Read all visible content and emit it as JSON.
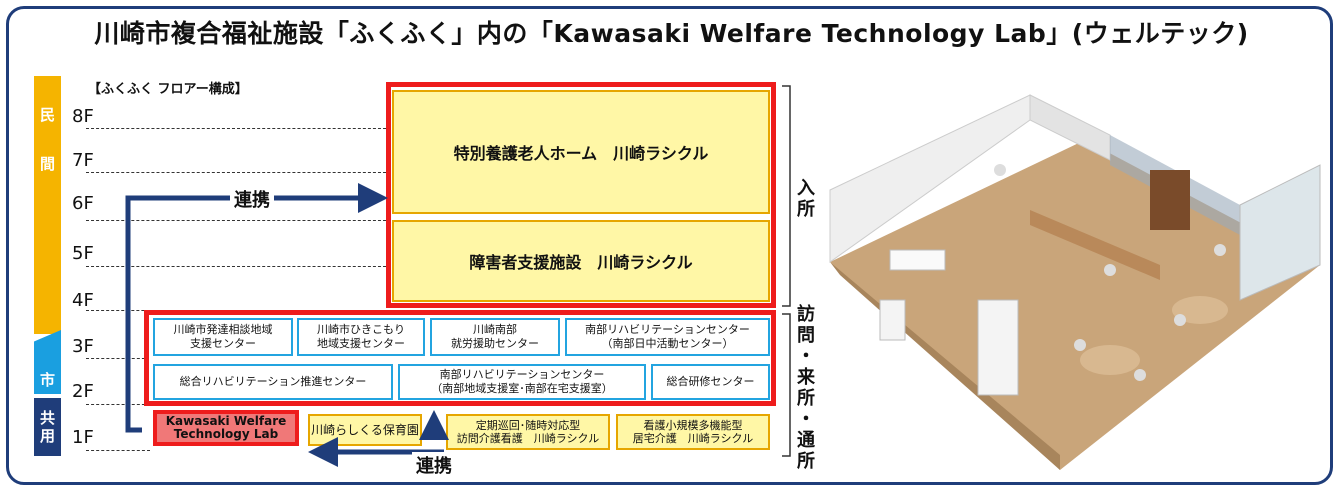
{
  "title": "川崎市複合福祉施設「ふくふく」内の「Kawasaki Welfare Technology Lab」(ウェルテック)",
  "floor_heading": "【ふくふく フロアー構成】",
  "floors": [
    "8F",
    "7F",
    "6F",
    "5F",
    "4F",
    "3F",
    "2F",
    "1F"
  ],
  "sectors": {
    "private": [
      "民",
      "間"
    ],
    "city": "市",
    "shared": [
      "共",
      "用"
    ]
  },
  "upper_facilities": {
    "nursing_home": "特別養護老人ホーム　川崎ラシクル",
    "disability_support": "障害者支援施設　川崎ラシクル"
  },
  "floor3": [
    [
      "川崎市発達相談地域",
      "支援センター"
    ],
    [
      "川崎市ひきこもり",
      "地域支援センター"
    ],
    [
      "川崎南部",
      "就労援助センター"
    ],
    [
      "南部リハビリテーションセンター",
      "（南部日中活動センター）"
    ]
  ],
  "floor2": [
    [
      "総合リハビリテーション推進センター"
    ],
    [
      "南部リハビリテーションセンター",
      "（南部地域支援室･南部在宅支援室）"
    ],
    [
      "総合研修センター"
    ]
  ],
  "floor1": {
    "lab": [
      "Kawasaki Welfare",
      "Technology Lab"
    ],
    "nursery": "川崎らしくる保育園",
    "periodic": [
      "定期巡回･随時対応型",
      "訪問介護看護　川崎ラシクル"
    ],
    "small_multi": [
      "看護小規模多機能型",
      "居宅介護　川崎ラシクル"
    ]
  },
  "links": {
    "top": "連携",
    "bottom": "連携"
  },
  "side_labels": {
    "admission": [
      "入",
      "所"
    ],
    "visit": [
      "訪",
      "問",
      "・",
      "来",
      "所",
      "・",
      "通",
      "所"
    ]
  },
  "colors": {
    "frame": "#1f3d7a",
    "private": "#f5b400",
    "city": "#1a9fe0",
    "shared": "#1f3d7a",
    "highlight": "#ee1c1c",
    "facility_fill": "#fff7a6",
    "city_box": "#23a4e0",
    "arrow": "#1f3d7a"
  },
  "image": {
    "description_icon": "isometric-lab-room-illustration"
  }
}
